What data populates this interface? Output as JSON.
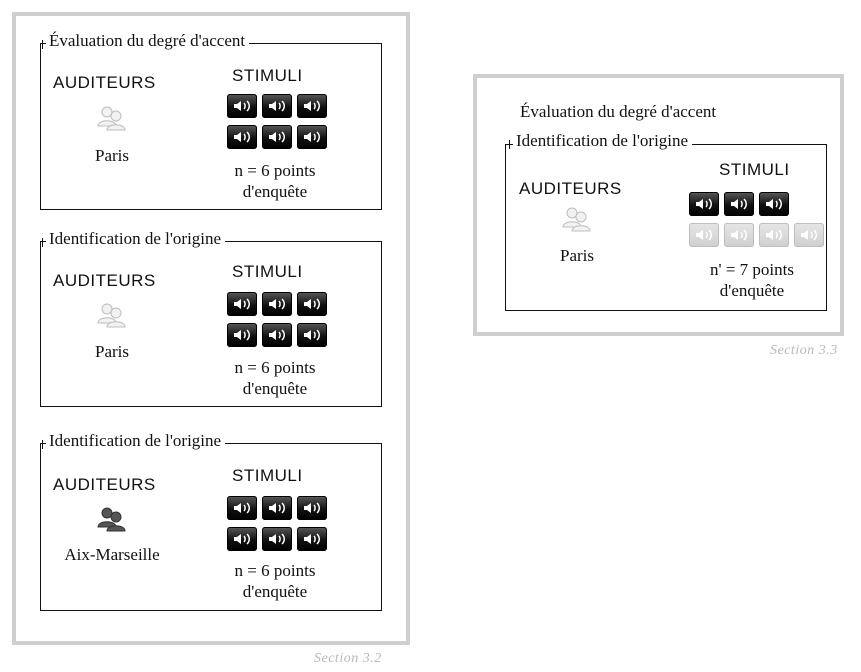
{
  "left_panel": {
    "section": "Section 3.2",
    "blocks": [
      {
        "title": "Évaluation du degré d'accent",
        "auditeurs": "AUDITEURS",
        "stimuli": "STIMULI",
        "city": "Paris",
        "count_line1": "n = 6 points",
        "count_line2": "d'enquête",
        "listener_icon": "people-light",
        "speakers_active": 6
      },
      {
        "title": "Identification de l'origine",
        "auditeurs": "AUDITEURS",
        "stimuli": "STIMULI",
        "city": "Paris",
        "count_line1": "n = 6 points",
        "count_line2": "d'enquête",
        "listener_icon": "people-light",
        "speakers_active": 6
      },
      {
        "title": "Identification de l'origine",
        "auditeurs": "AUDITEURS",
        "stimuli": "STIMULI",
        "city": "Aix-Marseille",
        "count_line1": "n = 6 points",
        "count_line2": "d'enquête",
        "listener_icon": "people-dark",
        "speakers_active": 6
      }
    ]
  },
  "right_panel": {
    "section": "Section 3.3",
    "heading": "Évaluation du degré d'accent",
    "block": {
      "title": "Identification de l'origine",
      "auditeurs": "AUDITEURS",
      "stimuli": "STIMULI",
      "city": "Paris",
      "count_line1": "n' = 7 points",
      "count_line2": "d'enquête",
      "listener_icon": "people-light",
      "speakers_active": 3,
      "speakers_inactive": 4
    }
  },
  "colors": {
    "outer_border": "#cfcfcf",
    "section_label": "#b8b8b8",
    "speaker_active": "#111111",
    "speaker_inactive": "#d4d4d4",
    "people_light": "#cfcfcf",
    "people_dark": "#555555"
  }
}
